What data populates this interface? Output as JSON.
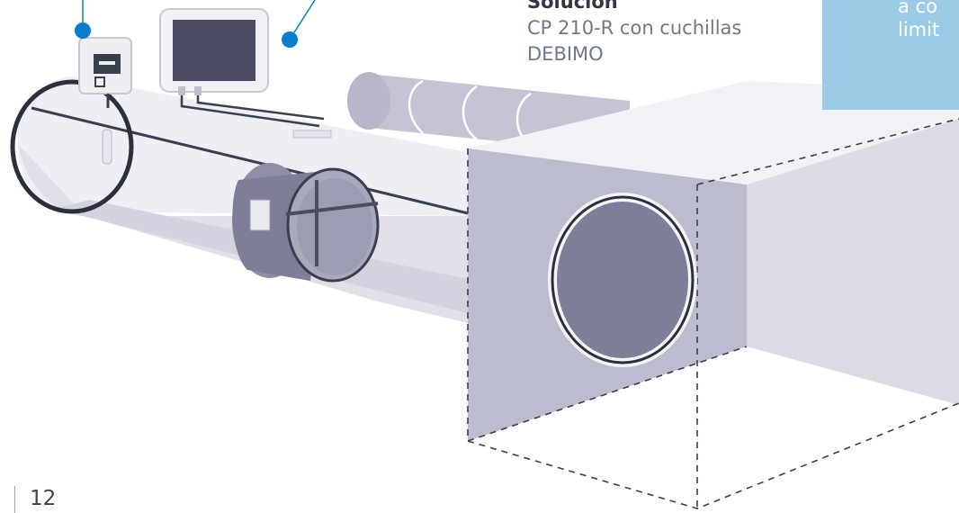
{
  "solution": {
    "heading": "Solución",
    "line1": "CP 210-R con cuchillas",
    "line2": "DEBIMO"
  },
  "side_box": {
    "line1": "a co",
    "line2": "limit"
  },
  "page_number": "12",
  "colors": {
    "callout_blue": "#0a7cc9",
    "box_blue": "#9ccbe8",
    "duct_light": "#eeeef3",
    "duct_shade": "#c3c3d4",
    "plenum_front": "#b8b8cc",
    "plenum_side": "#dcdbe3",
    "outline_dark": "#3a3f4d"
  }
}
